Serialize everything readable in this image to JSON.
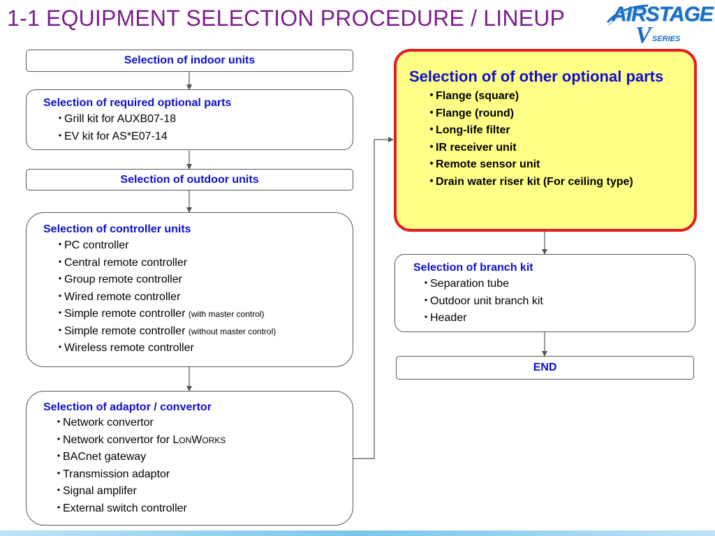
{
  "title": "1-1 EQUIPMENT SELECTION PROCEDURE / LINEUP",
  "logo": {
    "brand": "AIRSTAGE",
    "v": "V",
    "series": "SERIES"
  },
  "indoor": {
    "label": "Selection of indoor units"
  },
  "required": {
    "heading": "Selection of required optional parts",
    "items": [
      "Grill kit for AUXB07-18",
      "EV kit for AS*E07-14"
    ]
  },
  "outdoor": {
    "label": "Selection of outdoor units"
  },
  "controller": {
    "heading": "Selection of controller units",
    "items": [
      {
        "text": "PC controller",
        "note": ""
      },
      {
        "text": "Central remote controller",
        "note": ""
      },
      {
        "text": "Group remote controller",
        "note": ""
      },
      {
        "text": "Wired remote controller",
        "note": ""
      },
      {
        "text": "Simple remote controller",
        "note": "(with master control)"
      },
      {
        "text": "Simple remote controller",
        "note": "(without master control)"
      },
      {
        "text": "Wireless remote controller",
        "note": ""
      }
    ]
  },
  "adaptor": {
    "heading": "Selection of adaptor / convertor",
    "items": [
      "Network convertor",
      "Network convertor for L",
      "BACnet gateway",
      "Transmission adaptor",
      "Signal amplifer",
      "External switch controller"
    ],
    "lonworks_parts": [
      "L",
      "ON",
      "W",
      "ORKS"
    ]
  },
  "other": {
    "heading": "Selection of of other optional parts",
    "items": [
      "Flange (square)",
      "Flange (round)",
      "Long-life filter",
      "IR receiver unit",
      "Remote sensor unit",
      "Drain water riser kit (For ceiling type)"
    ]
  },
  "branch": {
    "heading": "Selection of branch kit",
    "items": [
      "Separation tube",
      "Outdoor unit branch kit",
      "Header"
    ]
  },
  "end": {
    "label": "END"
  },
  "bullet": "・",
  "colors": {
    "title": "#7a1f8c",
    "heading": "#1010c8",
    "highlight_border": "#e21e1e",
    "highlight_fill": "#ffff88",
    "logo": "#1a6fc4"
  }
}
